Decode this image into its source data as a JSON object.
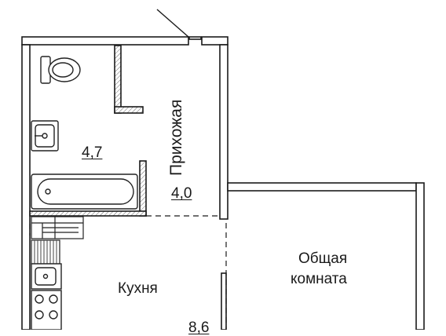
{
  "rooms": {
    "bathroom": {
      "area": "4,7"
    },
    "hallway": {
      "name": "Прихожая",
      "area": "4,0"
    },
    "kitchen": {
      "name": "Кухня",
      "area": "8,6"
    },
    "living_room": {
      "name_line1": "Общая",
      "name_line2": "комната"
    }
  },
  "colors": {
    "wall_fill": "#ffffff",
    "wall_stroke": "#1a1a1a",
    "hatch": "#555555",
    "fixture_stroke": "#222222"
  }
}
